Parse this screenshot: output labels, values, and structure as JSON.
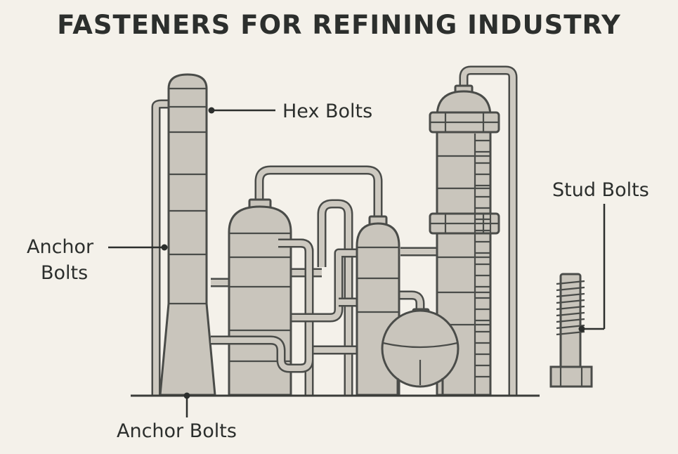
{
  "title": "FASTENERS FOR REFINING INDUSTRY",
  "labels": {
    "hex_bolts": "Hex Bolts",
    "stud_bolts": "Stud Bolts",
    "anchor_bolts_left_line1": "Anchor",
    "anchor_bolts_left_line2": "Bolts",
    "anchor_bolts_bottom": "Anchor Bolts"
  },
  "colors": {
    "background": "#f4f1ea",
    "outline": "#4a4c49",
    "vessel_fill": "#c9c5bc",
    "text": "#2c2f2d"
  }
}
